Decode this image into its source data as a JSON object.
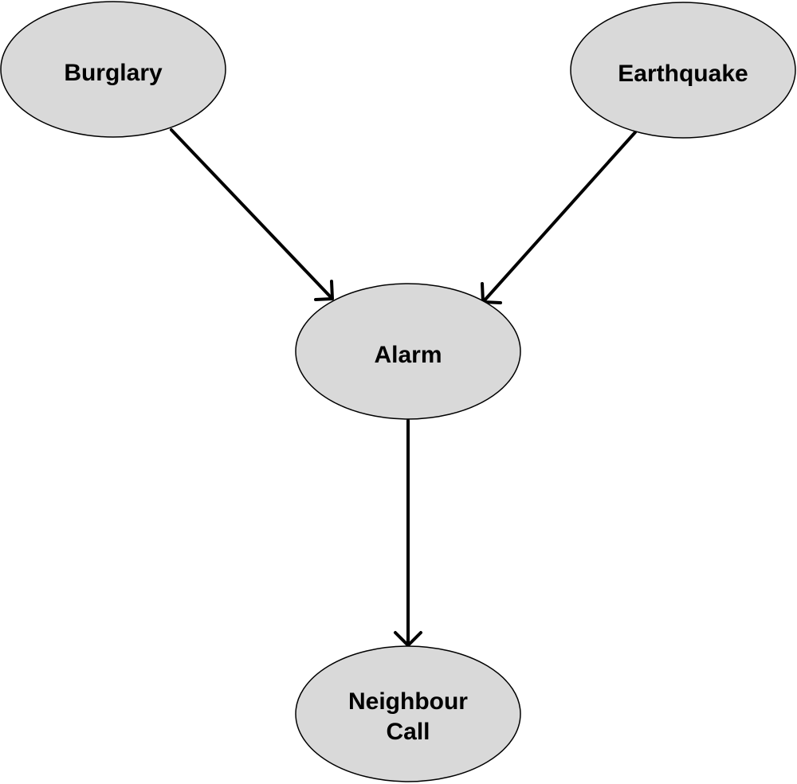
{
  "diagram": {
    "node_fill": "#d9d9d9",
    "stroke_color": "#000000",
    "nodes": {
      "burglary": {
        "lines": [
          "Burglary"
        ]
      },
      "earthquake": {
        "lines": [
          "Earthquake"
        ]
      },
      "alarm": {
        "lines": [
          "Alarm"
        ]
      },
      "neighbour_call": {
        "lines": [
          "Neighbour",
          "Call"
        ]
      }
    },
    "edges": [
      {
        "from": "Burglary",
        "to": "Alarm"
      },
      {
        "from": "Earthquake",
        "to": "Alarm"
      },
      {
        "from": "Alarm",
        "to": "Neighbour Call"
      }
    ]
  }
}
